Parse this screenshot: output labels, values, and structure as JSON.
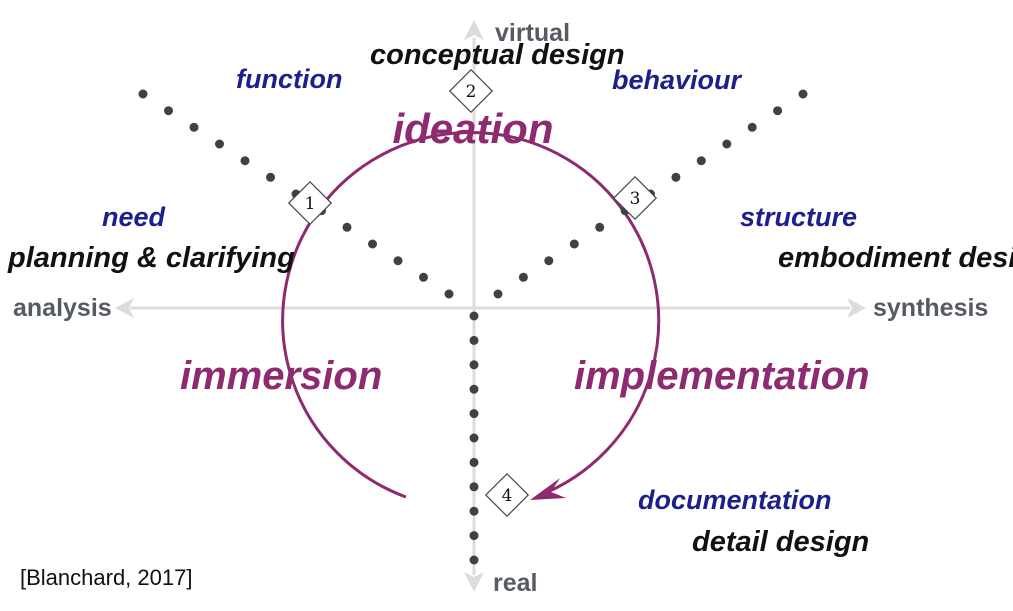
{
  "axes": {
    "top": "virtual",
    "bottom": "real",
    "left": "analysis",
    "right": "synthesis"
  },
  "phases": {
    "ideation": "ideation",
    "immersion": "immersion",
    "implementation": "implementation"
  },
  "stages": [
    {
      "number": "1",
      "category": "need",
      "name": "planning & clarifying"
    },
    {
      "number": "2",
      "category": "function",
      "name": "conceptual design"
    },
    {
      "number": "3",
      "category": "behaviour",
      "name": "embodiment design"
    },
    {
      "number": "4",
      "category": "documentation",
      "name": "detail design"
    }
  ],
  "extra_labels": {
    "structure": "structure"
  },
  "citation": "[Blanchard, 2017]",
  "colors": {
    "phase": "#8e2a6f",
    "category": "#1c1f8c",
    "axis": "#d9d9d9",
    "dots": "#3d4148"
  }
}
